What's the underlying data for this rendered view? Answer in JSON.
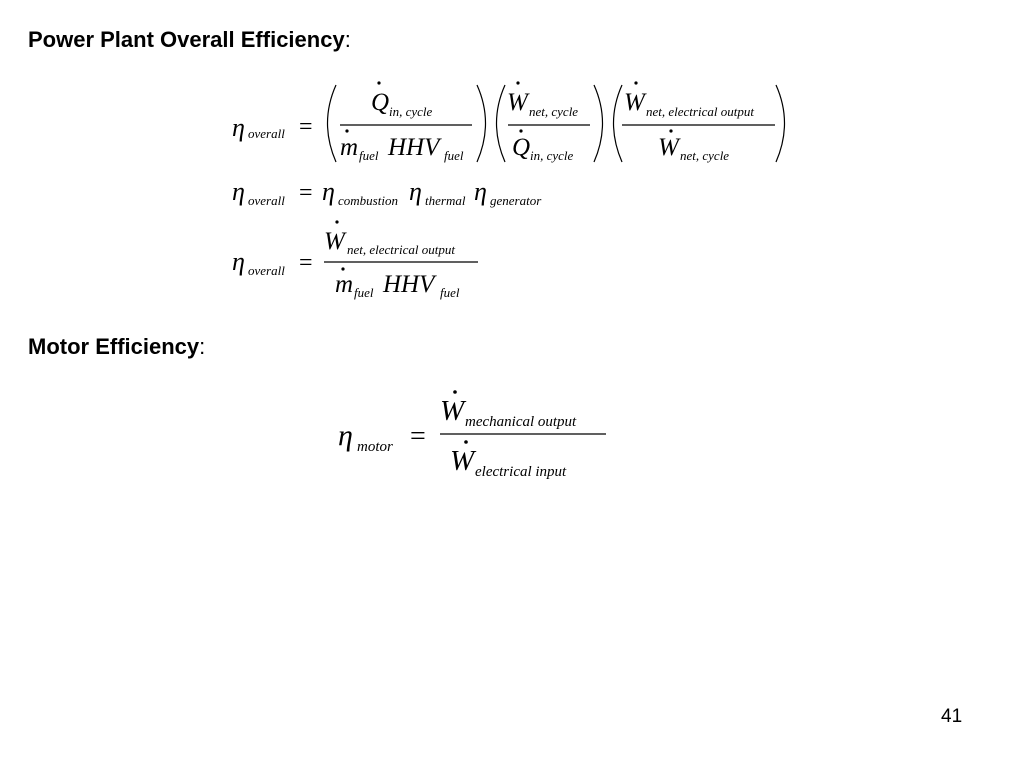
{
  "slide": {
    "section_1": {
      "title": "Power Plant Overall Efficiency",
      "colon": ":"
    },
    "section_2": {
      "title": "Motor Efficiency",
      "colon": ":"
    },
    "page_number": "41"
  },
  "symbols": {
    "eta": "η",
    "equals": "=",
    "Q": "Q",
    "W": "W",
    "m": "m",
    "HHV": "HHV"
  },
  "subscripts": {
    "overall": "overall",
    "in_cycle": "in, cycle",
    "fuel": "fuel",
    "net_cycle": "net, cycle",
    "net_electrical_output": "net, electrical output",
    "combustion": "combustion",
    "thermal": "thermal",
    "generator": "generator",
    "motor": "motor",
    "mechanical_output": "mechanical output",
    "electrical_input": "electrical input"
  }
}
